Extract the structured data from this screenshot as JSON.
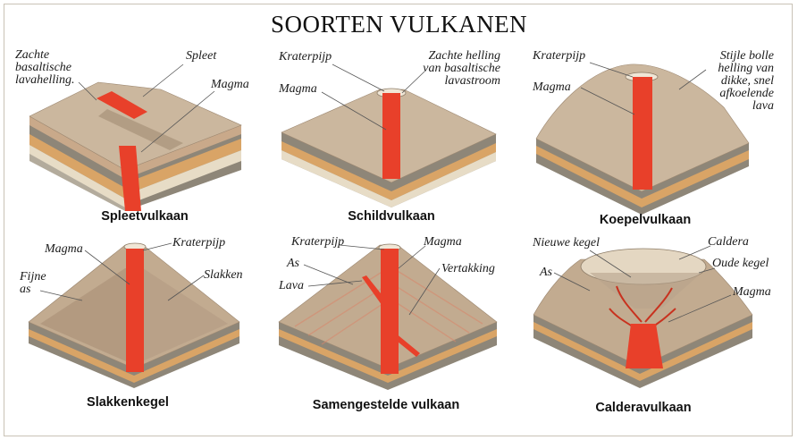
{
  "title": "SOORTEN VULKANEN",
  "colors": {
    "magma": "#e8402a",
    "rock_top": "#c9b39a",
    "rock_side": "#b89f84",
    "layer_dark": "#8e8678",
    "layer_orange": "#d9a466",
    "layer_light": "#e7dcc6",
    "layer_grey": "#b3ab9c"
  },
  "panels": [
    {
      "caption": "Spleetvulkaan",
      "labels": [
        "Zachte\nbasaltische\nlavahelling.",
        "Spleet",
        "Magma"
      ]
    },
    {
      "caption": "Schildvulkaan",
      "labels": [
        "Kraterpijp",
        "Zachte helling\nvan basaltische\nlavastroom",
        "Magma"
      ]
    },
    {
      "caption": "Koepelvulkaan",
      "labels": [
        "Kraterpijp",
        "Stijle bolle\nhelling van\ndikke, snel\nafkoelende\nlava",
        "Magma"
      ]
    },
    {
      "caption": "Slakkenkegel",
      "labels": [
        "Magma",
        "Kraterpijp",
        "Fijne\nas",
        "Slakken"
      ]
    },
    {
      "caption": "Samengestelde vulkaan",
      "labels": [
        "Kraterpijp",
        "Magma",
        "As",
        "Vertakking",
        "Lava"
      ]
    },
    {
      "caption": "Calderavulkaan",
      "labels": [
        "Nieuwe kegel",
        "Caldera",
        "Oude kegel",
        "As",
        "Magma"
      ]
    }
  ]
}
